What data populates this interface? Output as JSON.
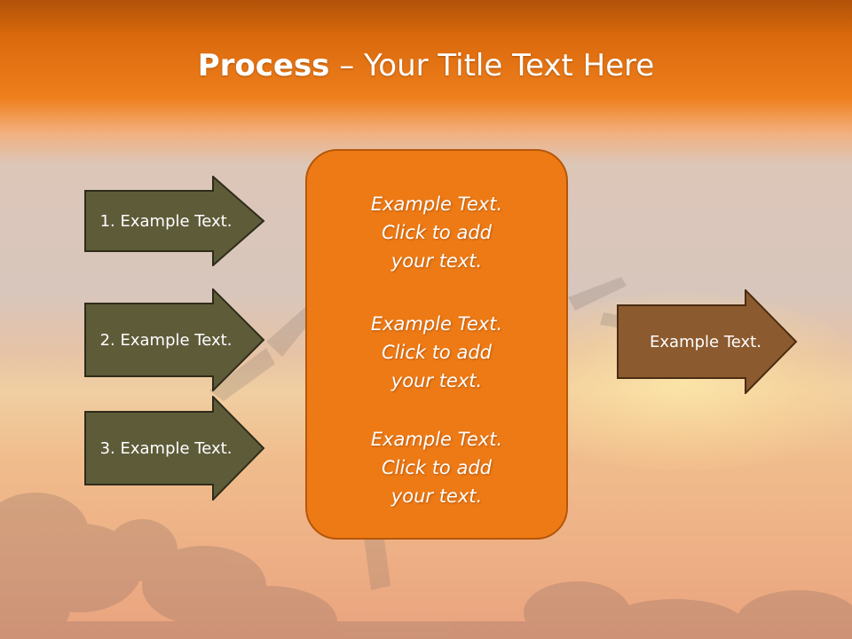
{
  "title": {
    "bold": "Process",
    "rest": " – Your Title Text Here"
  },
  "left_arrows": [
    {
      "label": "1. Example Text."
    },
    {
      "label": "2. Example Text."
    },
    {
      "label": "3. Example Text."
    }
  ],
  "center_blocks": [
    {
      "line1": "Example Text.",
      "line2": "Click  to add",
      "line3": "your text."
    },
    {
      "line1": "Example Text.",
      "line2": "Click  to add",
      "line3": "your text."
    },
    {
      "line1": "Example Text.",
      "line2": "Click  to add",
      "line3": "your text."
    }
  ],
  "right_arrow": {
    "label": "Example Text."
  },
  "colors": {
    "header_orange": "#e8730f",
    "center_box": "#ee7a15",
    "left_arrow_fill": "#5e5b39",
    "right_arrow_fill": "#8c5a2f"
  }
}
